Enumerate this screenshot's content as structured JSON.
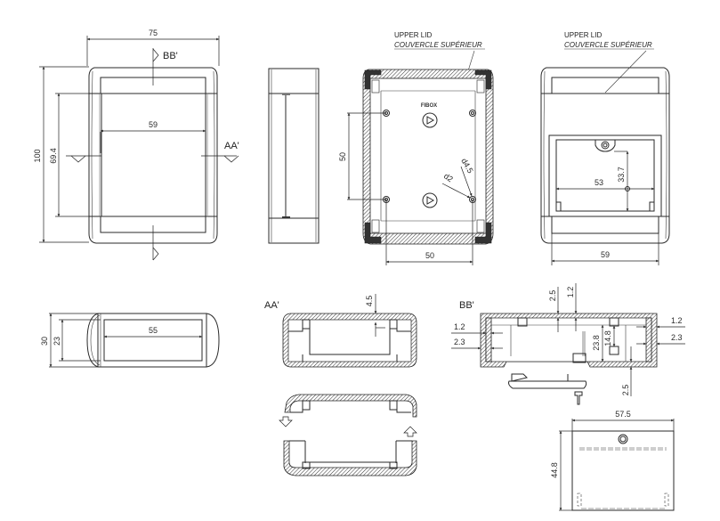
{
  "views": {
    "top_view": {
      "section_markers": {
        "bb": "BB'",
        "aa": "AA'"
      },
      "dims": {
        "width": "75",
        "height": "100",
        "inner_height": "69.4",
        "inner_width": "59"
      }
    },
    "side_view": {},
    "inner_view": {
      "label": {
        "line1": "UPPER LID",
        "line2": "COUVERCLE SUPÉRIEUR"
      },
      "logo_text": "FIBOX",
      "dims": {
        "vertical_spacing": "50",
        "horizontal_spacing": "50",
        "hole_outer": "d4.5",
        "hole_inner": "d2"
      }
    },
    "lid_view": {
      "label": {
        "line1": "UPPER LID",
        "line2": "COUVERCLE SUPÉRIEUR"
      },
      "dims": {
        "window_width": "53",
        "window_height": "33.7",
        "base_width": "59"
      }
    },
    "end_view": {
      "dims": {
        "height": "30",
        "inner_height": "23",
        "window_width": "55"
      }
    },
    "section_aa": {
      "title": "AA'",
      "dims": {
        "depth": "4.5"
      }
    },
    "section_bb": {
      "title": "BB'",
      "dims": {
        "top_wall": "2.5",
        "lid_wall": "1.2",
        "left_wall": "1.2",
        "left_wall2": "2.3",
        "right_wall": "1.2",
        "right_wall2": "2.3",
        "inner_height": "23.8",
        "boss_height": "14.8",
        "bottom_wall": "2.5"
      }
    },
    "cover_plate": {
      "dims": {
        "width": "57.5",
        "height": "44.8"
      }
    }
  }
}
